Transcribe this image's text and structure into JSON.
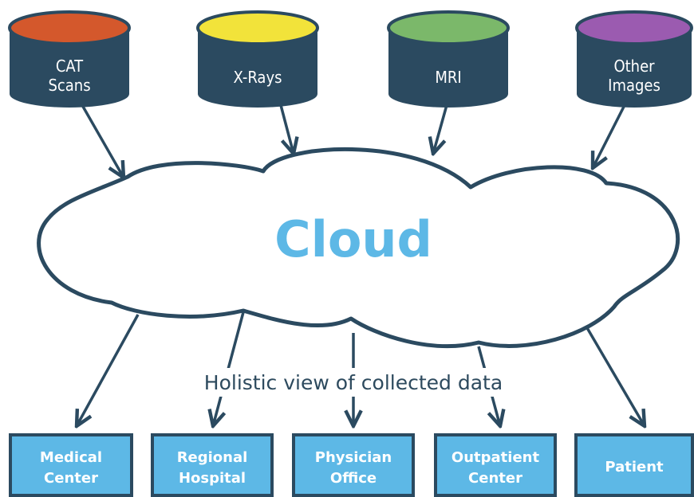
{
  "colors": {
    "dark": "#2b4a60",
    "cat": "#d4582c",
    "xray": "#f2e33a",
    "mri": "#7bb86a",
    "other": "#9b5bb0",
    "box": "#5db8e6",
    "cloud_text": "#5db8e6"
  },
  "sources": [
    {
      "line1": "CAT",
      "line2": "Scans"
    },
    {
      "line1": "X-Rays",
      "line2": ""
    },
    {
      "line1": "MRI",
      "line2": ""
    },
    {
      "line1": "Other",
      "line2": "Images"
    }
  ],
  "cloud": {
    "label": "Cloud"
  },
  "caption": "Holistic view of collected data",
  "destinations": [
    {
      "line1": "Medical",
      "line2": "Center"
    },
    {
      "line1": "Regional",
      "line2": "Hospital"
    },
    {
      "line1": "Physician",
      "line2": "Office"
    },
    {
      "line1": "Outpatient",
      "line2": "Center"
    },
    {
      "line1": "Patient",
      "line2": ""
    }
  ]
}
